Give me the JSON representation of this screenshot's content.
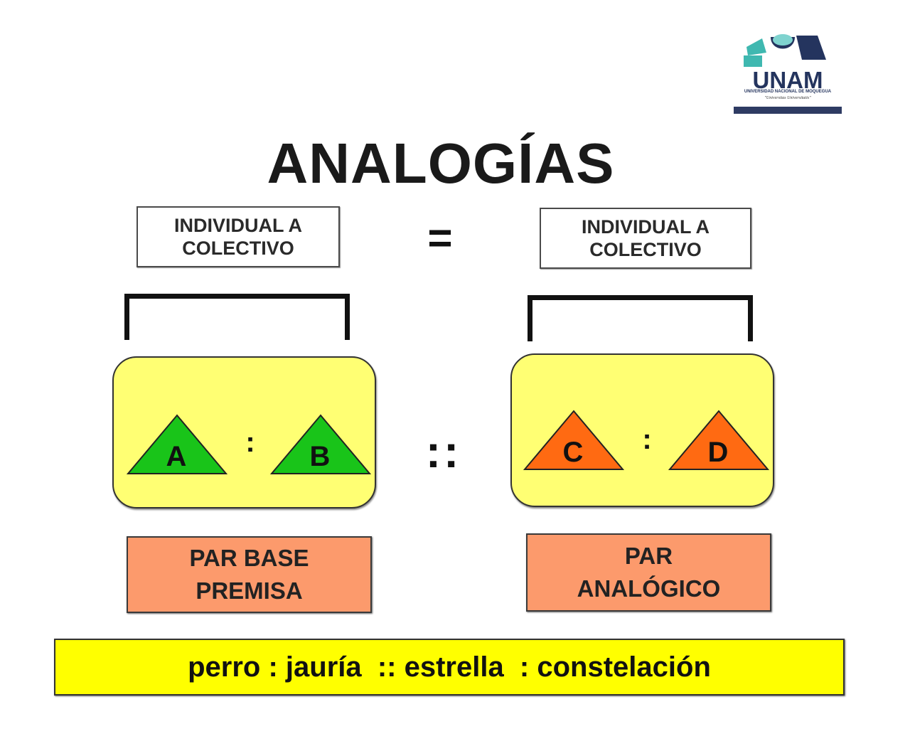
{
  "logo": {
    "name": "UNAM",
    "subtitle": "UNIVERSIDAD NACIONAL DE MOQUEGUA",
    "motto": "\"Universitas Universitatis\""
  },
  "title": "ANALOGÍAS",
  "left": {
    "relation": "INDIVIDUAL  A\nCOLECTIVO",
    "term_a": "A",
    "term_b": "B",
    "pair_separator": ":",
    "pair_label": "PAR BASE\nPREMISA"
  },
  "equals_sign": "=",
  "analogy_separator": "::",
  "right": {
    "relation": "INDIVIDUAL  A\nCOLECTIVO",
    "term_c": "C",
    "term_d": "D",
    "pair_separator": ":",
    "pair_label": "PAR\nANALÓGICO"
  },
  "example": "perro : jauría  :: estrella  : constelación",
  "colors": {
    "panel_yellow": "#ffff73",
    "triangle_green": "#19c419",
    "triangle_orange": "#ff6a12",
    "label_orange": "#fc9a6c",
    "example_yellow": "#ffff00",
    "logo_navy": "#24345e",
    "logo_teal": "#3fb8b0"
  },
  "icons": {
    "logo_mark": "unam-logo-icon",
    "triangle": "triangle-icon"
  }
}
